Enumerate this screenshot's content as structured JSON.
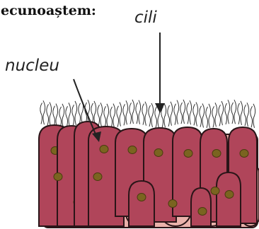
{
  "heading": "ecunoaștem:",
  "labels": {
    "cili": "cili",
    "nucleu": "nucleu"
  },
  "colors": {
    "cell_dark": "#b0455a",
    "cell_light": "#eab2ab",
    "nucleus": "#7a6420",
    "outline": "#2a1518"
  }
}
